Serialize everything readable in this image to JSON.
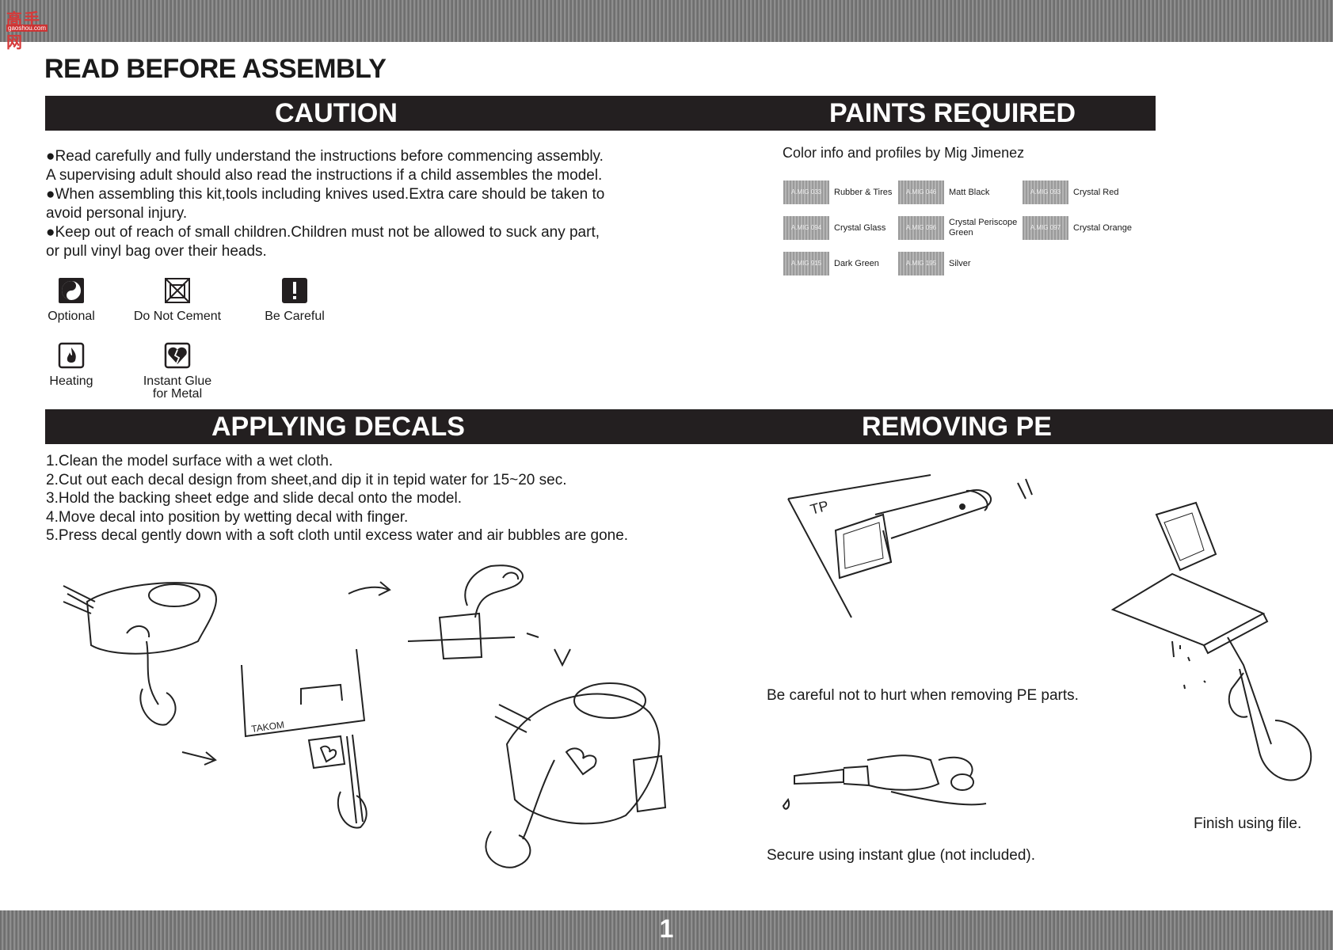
{
  "header": {
    "logo_text": "高手网",
    "logo_url": "gaoshou.com",
    "page_title": "READ BEFORE ASSEMBLY"
  },
  "sections": {
    "caution": "CAUTION",
    "paints": "PAINTS REQUIRED",
    "decals": "APPLYING DECALS",
    "pe": "REMOVING PE"
  },
  "caution": {
    "paragraphs": [
      "●Read carefully and fully understand the instructions before commencing assembly.",
      "A supervising adult should also read the instructions if a child assembles the model.",
      "●When assembling this kit,tools including knives used.Extra care should be taken to",
      "avoid personal injury.",
      "●Keep out of reach of small children.Children must not be allowed to suck any part,",
      "or pull vinyl bag over their heads."
    ]
  },
  "legend": [
    {
      "label": "Optional",
      "icon": "optional-icon"
    },
    {
      "label": "Do Not Cement",
      "icon": "do-not-cement-icon"
    },
    {
      "label": "Be Careful",
      "icon": "be-careful-icon"
    },
    {
      "label": "Heating",
      "icon": "heating-icon"
    },
    {
      "label": "Instant Glue\nfor Metal",
      "icon": "instant-glue-icon"
    }
  ],
  "paints": {
    "subtitle": "Color info and profiles by Mig Jimenez",
    "items": [
      {
        "code": "A.MIG 033",
        "name": "Rubber & Tires"
      },
      {
        "code": "A.MIG 046",
        "name": "Matt Black"
      },
      {
        "code": "A.MIG 093",
        "name": "Crystal Red"
      },
      {
        "code": "A.MIG 094",
        "name": "Crystal Glass"
      },
      {
        "code": "A.MIG 096",
        "name": "Crystal Periscope Green"
      },
      {
        "code": "A.MIG 097",
        "name": "Crystal Orange"
      },
      {
        "code": "A.MIG 915",
        "name": "Dark Green"
      },
      {
        "code": "A.MIG 195",
        "name": "Silver"
      }
    ]
  },
  "decals": {
    "steps": [
      "1.Clean the model surface with a wet cloth.",
      "2.Cut out each decal design from sheet,and dip it in tepid water for 15~20 sec.",
      "3.Hold the backing sheet edge and slide decal onto the model.",
      "4.Move decal into position by wetting decal with finger.",
      "5.Press decal gently down with a soft cloth until excess water and air bubbles are gone."
    ],
    "sheet_label": "TAKOM"
  },
  "pe": {
    "caption_careful": "Be careful not to hurt when removing PE parts.",
    "caption_glue": "Secure using instant glue (not included).",
    "caption_file": "Finish using file.",
    "fret_label": "TP"
  },
  "footer": {
    "page_number": "1"
  }
}
